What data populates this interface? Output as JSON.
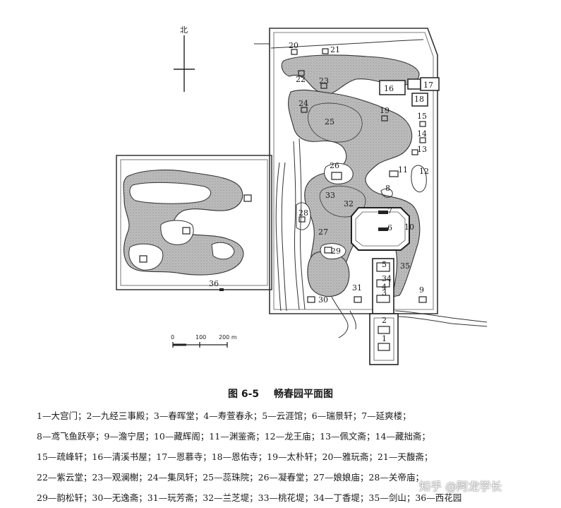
{
  "compass": {
    "north": "北"
  },
  "scale": {
    "ticks": [
      "0",
      "100",
      "200 m"
    ]
  },
  "labels": [
    "1",
    "2",
    "3",
    "4",
    "5",
    "6",
    "7",
    "8",
    "9",
    "10",
    "11",
    "12",
    "13",
    "14",
    "15",
    "16",
    "17",
    "18",
    "19",
    "20",
    "21",
    "22",
    "23",
    "24",
    "25",
    "26",
    "27",
    "28",
    "29",
    "30",
    "31",
    "32",
    "33",
    "34",
    "35",
    "36"
  ],
  "caption": {
    "figure": "图 6-5",
    "title": "畅春园平面图"
  },
  "legend": [
    "1—大宫门；2—九经三事殿；3—春晖堂；4—寿萱春永；5—云涯馆；6—瑞景轩；7—延爽楼；",
    "8—鸢飞鱼跃亭；9—澹宁居；10—藏辉阁；11—渊鉴斋；12—龙王庙；13—佩文斋；14—藏拙斋；",
    "15—疏峰轩；16—清溪书屋；17—恩慕寺；18—恩佑寺；19—太朴轩；20—雅玩斋；21—天馥斋；",
    "22—紫云堂；23—观澜榭；24—集凤轩；25—蕊珠院；26—凝春堂；27—娘娘庙；28—关帝庙；",
    "29—韵松轩；30—无逸斋；31—玩芳斋；32—兰芝堤；33—桃花堤；34—丁香堤；35—剑山；36—西花园"
  ],
  "watermark": "知乎 @阿龙学长"
}
